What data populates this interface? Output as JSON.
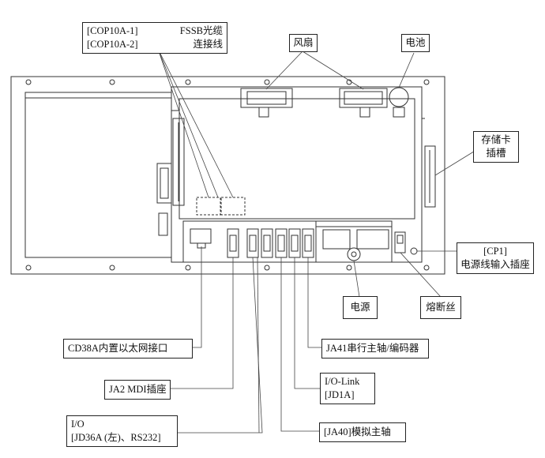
{
  "labels": {
    "cop10a": {
      "line1_code": "[COP10A-1]",
      "line1_text": "FSSB光缆",
      "line2_code": "[COP10A-2]",
      "line2_text": "连接线"
    },
    "fan": "风扇",
    "battery": "电池",
    "memory_card": {
      "line1": "存储卡",
      "line2": "插槽"
    },
    "cp1": {
      "line1": "[CP1]",
      "line2": "电源线输入插座"
    },
    "power_supply": "电源",
    "fuse": "熔断丝",
    "cd38a": "CD38A内置以太网接口",
    "ja41": "JA41串行主轴/编码器",
    "ja2": "JA2 MDI插座",
    "io_link": {
      "line1": "I/O-Link",
      "line2": "[JD1A]"
    },
    "jd36a": {
      "line1": "I/O",
      "line2": "[JD36A (左)、RS232]"
    },
    "ja40": "[JA40]模拟主轴"
  }
}
